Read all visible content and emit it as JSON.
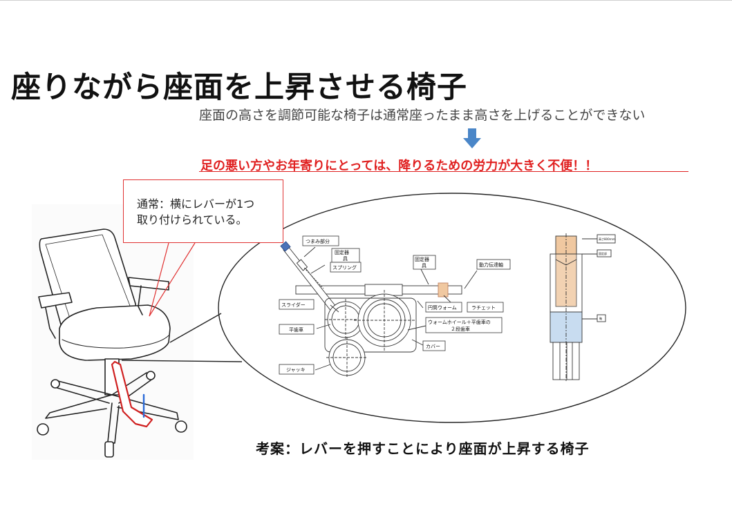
{
  "title": "座りながら座面を上昇させる椅子",
  "subtitle": "座面の高さを調節可能な椅子は通常座ったまま高さを上げることができない",
  "warning": "足の悪い方やお年寄りにとっては、降りるための労力が大きく不便！！",
  "note": {
    "line1": "通常：横にレバーが1つ",
    "line2": "取り付けられている。"
  },
  "proposal": "考案：レバーを押すことにより座面が上昇する椅子",
  "mechanism_labels": {
    "knob": "つまみ部分",
    "fixture1_a": "固定器",
    "fixture1_b": "具",
    "spring": "スプリング",
    "fixture2_a": "固定器",
    "fixture2_b": "具",
    "drive_shaft": "動力伝達軸",
    "slider": "スライダー",
    "cylinder_worm": "円筒ウォーム",
    "ratchet": "ラチェット",
    "spur_gear": "平歯車",
    "worm_wheel_a": "ウォームホイール＋平歯車の",
    "worm_wheel_b": "２段歯車",
    "cover": "カバー",
    "jack": "ジャッキ"
  },
  "column_labels": {
    "top": "高さ800ｍｍ",
    "mid": "固定部",
    "low": "軸"
  },
  "colors": {
    "warning_red": "#e02020",
    "arrow_blue": "#4a86c8",
    "lever_red": "#d02020",
    "lever_blue": "#2a6ad8",
    "column_peach": "#f0c8a0",
    "column_blue": "#c8dcf0"
  }
}
